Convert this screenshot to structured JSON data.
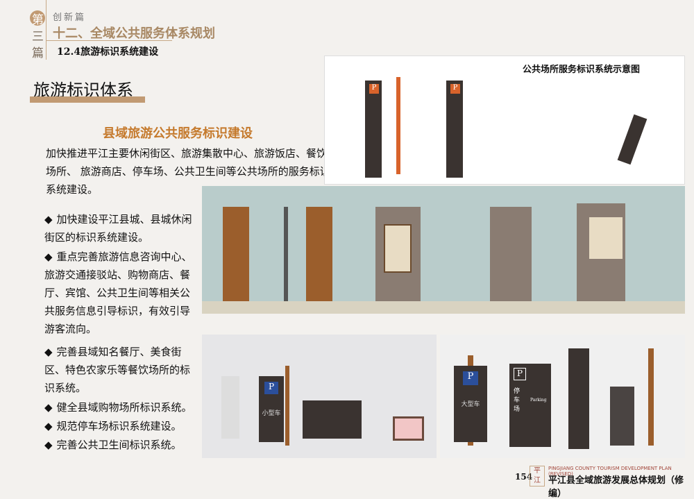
{
  "header": {
    "chapter_chars": [
      "第",
      "三",
      "篇"
    ],
    "category": "创新篇",
    "chapter_title": "十二、全域公共服务体系规划",
    "section": "12.4旅游标识系统建设"
  },
  "main": {
    "title": "旅游标识体系",
    "subtitle": "县域旅游公共服务标识建设",
    "intro": "加快推进平江主要休闲街区、旅游集散中心、旅游饭店、餐饮场所、 旅游商店、停车场、公共卫生间等公共场所的服务标识系统建设。",
    "bullet_symbol": "◆",
    "bullets": [
      "加快建设平江县城、县城休闲街区的标识系统建设。",
      "重点完善旅游信息咨询中心、旅游交通接驳站、购物商店、餐厅、宾馆、公共卫生间等相关公共服务信息引导标识，有效引导游客流向。",
      "完善县域知名餐厅、美食街区、特色农家乐等餐饮场所的标识系统。",
      "健全县域购物场所标识系统。",
      "规范停车场标识系统建设。",
      "完善公共卫生间标识系统。"
    ]
  },
  "figures": {
    "caption": "公共场所服务标识系统示意图",
    "sign_labels": {
      "parking": "P",
      "small_car": "小型车",
      "large_car": "大型车",
      "parking_lot": "停车场",
      "parking_en": "Parking"
    }
  },
  "footer": {
    "page_number": "154",
    "logo_text": "平江",
    "subtitle_en": "PINGJIANG COUNTY TOURISM DEVELOPMENT PLAN (REVISED)",
    "title": "平江县全域旅游发展总体规划（修编）"
  }
}
